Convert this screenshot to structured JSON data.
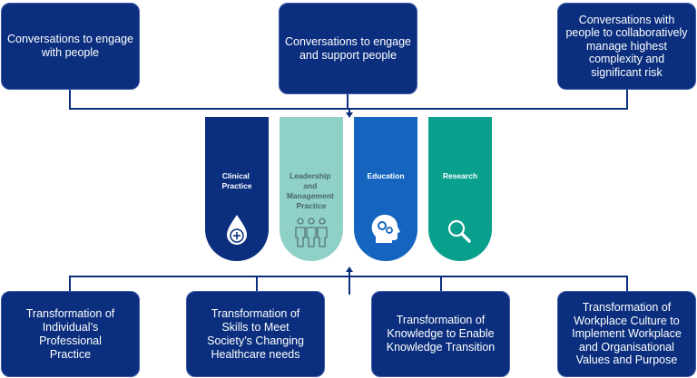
{
  "top_boxes": [
    {
      "text": "Conversations to engage with people"
    },
    {
      "text": "Conversations to engage and support people"
    },
    {
      "text": "Conversations with people to collaboratively manage highest complexity and significant risk"
    }
  ],
  "pillars": [
    {
      "line1": "Clinical",
      "line2": "Practice",
      "line3": "",
      "line4": "",
      "icon": "droplet-plus-icon",
      "color": "#0b2f7e",
      "text_color": "#ffffff"
    },
    {
      "line1": "Leadership",
      "line2": "and",
      "line3": "Management",
      "line4": "Practice",
      "icon": "people-group-icon",
      "color": "#8fd0c7",
      "text_color": "#4a6470"
    },
    {
      "line1": "Education",
      "line2": "",
      "line3": "",
      "line4": "",
      "icon": "head-gears-icon",
      "color": "#1565c0",
      "text_color": "#ffffff"
    },
    {
      "line1": "Research",
      "line2": "",
      "line3": "",
      "line4": "",
      "icon": "magnifier-icon",
      "color": "#0aa08e",
      "text_color": "#ffffff"
    }
  ],
  "bottom_boxes": [
    {
      "text": "Transformation of Individual’s Professional Practice"
    },
    {
      "text": "Transformation of Skills to Meet Society’s Changing Healthcare needs"
    },
    {
      "text": "Transformation of Knowledge to Enable Knowledge Transition"
    },
    {
      "text": "Transformation of Workplace Culture to Implement Workplace and Organisational Values and Purpose"
    }
  ],
  "colors": {
    "box_fill": "#0b2f7e",
    "connector": "#0b2f7e"
  }
}
